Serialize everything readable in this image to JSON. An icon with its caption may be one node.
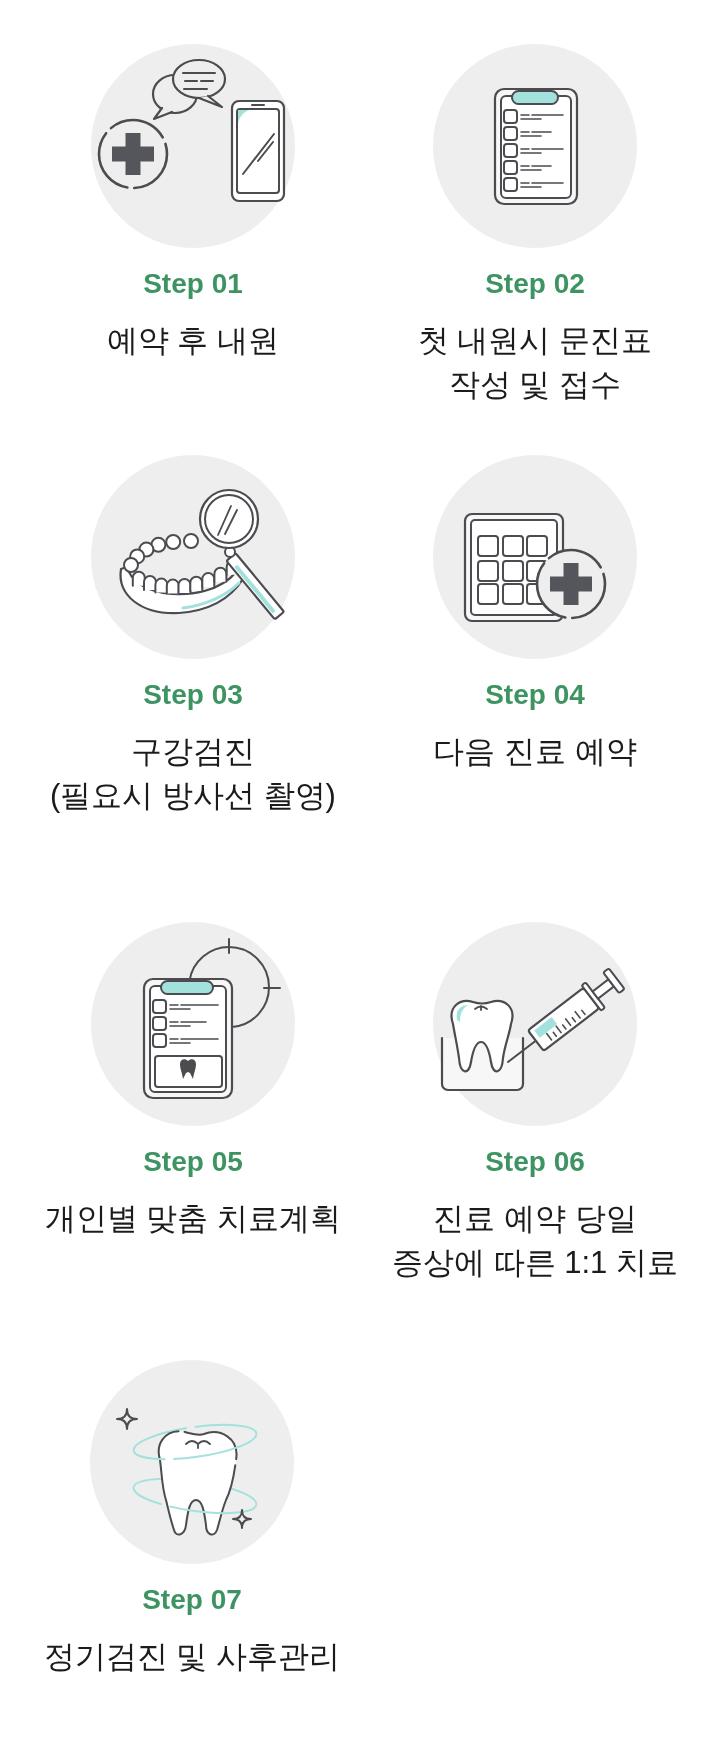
{
  "diagram": {
    "nodes": [
      {
        "text": [
          "Step 01",
          "예약 후 내원"
        ]
      },
      {
        "text": [
          "Step 02",
          "첫 내원시 문진표 작성 및 접수"
        ]
      },
      {
        "text": [
          "Step 03",
          "구강검진 (필요시 방사선 촬영)"
        ]
      },
      {
        "text": [
          "Step 04",
          "다음 진료 예약"
        ]
      },
      {
        "text": [
          "Step 05",
          "개인별 맞춤 치료계획"
        ]
      },
      {
        "text": [
          "Step 06",
          "진료 예약 당일 증상에 따른 1:1 치료"
        ]
      },
      {
        "text": [
          "Step 07",
          "정기검진 및 사후관리"
        ]
      }
    ]
  }
}
